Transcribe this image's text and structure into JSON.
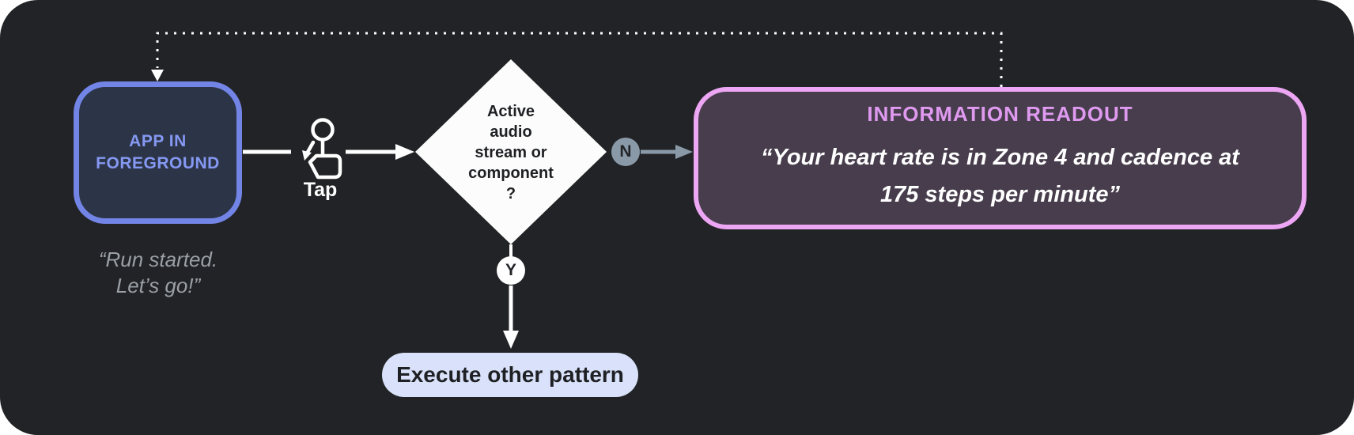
{
  "colors": {
    "panel_bg": "#222326",
    "blue_border": "#7285e6",
    "blue_fill": "#2c3447",
    "blue_text": "#8598f2",
    "gray_text": "#9aa0a6",
    "slate": "#8a99a8",
    "pink_border": "#eda6f4",
    "pink_fill": "#473d4c",
    "pink_text": "#df9af0",
    "pill_bg": "#d9e2fa",
    "white": "#ffffff",
    "dark_text": "#1e2023"
  },
  "app_node": {
    "line1": "APP IN",
    "line2": "FOREGROUND"
  },
  "app_caption": {
    "line1": "“Run started.",
    "line2": "Let’s go!”"
  },
  "tap": {
    "label": "Tap",
    "icon": "tap-gesture-icon"
  },
  "decision": {
    "lines": [
      "Active",
      "audio",
      "stream or",
      "component",
      "?"
    ]
  },
  "branch_no": {
    "label": "N"
  },
  "branch_yes": {
    "label": "Y"
  },
  "info_node": {
    "title": "INFORMATION READOUT",
    "quote_line1": "“Your heart rate is in Zone 4 and cadence at",
    "quote_line2": "175 steps per minute”"
  },
  "action_node": {
    "label": "Execute other pattern"
  }
}
